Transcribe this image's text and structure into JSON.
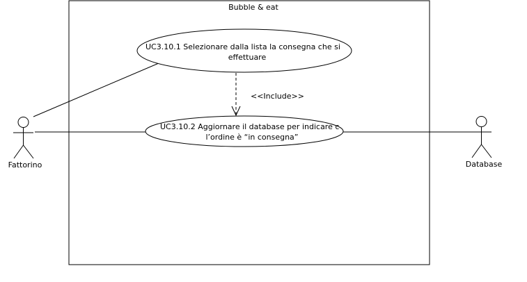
{
  "system": {
    "title": "Bubble & eat"
  },
  "actors": {
    "left": {
      "label": "Fattorino",
      "icon": "stick-figure-icon"
    },
    "right": {
      "label": "Database",
      "icon": "stick-figure-icon"
    }
  },
  "use_cases": {
    "uc1": {
      "line1": "UC3.10.1  Selezionare dalla lista la consegna che si",
      "line2": "effettuare"
    },
    "uc2": {
      "line1": "UC3.10.2 Aggiornare il database per indicare c",
      "line2": "l’ordine è “in consegna”"
    }
  },
  "relations": {
    "include_label": "<<Include>>"
  },
  "colors": {
    "stroke": "#000000",
    "background": "#ffffff"
  }
}
